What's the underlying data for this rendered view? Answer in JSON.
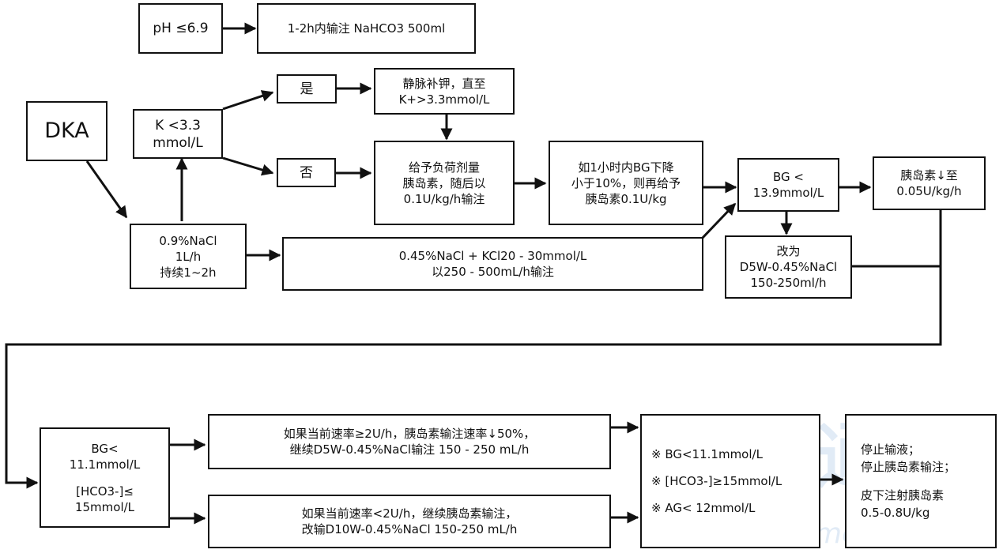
{
  "colors": {
    "stroke": "#111111",
    "background": "#ffffff",
    "watermark": "#c9dcef"
  },
  "nodes": {
    "ph": "pH ≤6.9",
    "bicarb": "1-2h内输注 NaHCO3 500ml",
    "dka": "DKA",
    "k": [
      "K <3.3",
      "mmol/L"
    ],
    "yes": "是",
    "no": "否",
    "kreplace": [
      "静脉补钾，直至",
      "K+>3.3mmol/L"
    ],
    "loading": [
      "给予负荷剂量",
      "胰岛素，随后以",
      "0.1U/kg/h输注"
    ],
    "drop": [
      "如1小时内BG下降",
      "小于10%，则再给予",
      "胰岛素0.1U/kg"
    ],
    "bg139": [
      "BG <",
      "13.9mmol/L"
    ],
    "insulin005": [
      "胰岛素↓至",
      "0.05U/kg/h"
    ],
    "saline": [
      "0.9%NaCl",
      "1L/h",
      "持续1~2h"
    ],
    "half_saline": [
      "0.45%NaCl + KCl20 - 30mmol/L",
      "以250 - 500mL/h输注"
    ],
    "d5w": [
      "改为",
      "D5W-0.45%NaCl",
      "150-250ml/h"
    ],
    "bg111": [
      "BG<",
      "11.1mmol/L",
      "[HCO3-]≤",
      "15mmol/L"
    ],
    "high_rate": [
      "如果当前速率≥2U/h，胰岛素输注速率↓50%，",
      "继续D5W-0.45%NaCl输注 150 - 250 mL/h"
    ],
    "low_rate": [
      "如果当前速率<2U/h，继续胰岛素输注，",
      "改输D10W-0.45%NaCl 150-250 mL/h"
    ],
    "criteria": [
      "※ BG<11.1mmol/L",
      "※ [HCO3-]≥15mmol/L",
      "※ AG< 12mmol/L"
    ],
    "stop": [
      "停止输液；",
      "停止胰岛素输注；",
      "皮下注射胰岛素",
      "0.5-0.8U/kg"
    ]
  },
  "watermark": "medlive.cn",
  "watermark_logo": "医脉通"
}
